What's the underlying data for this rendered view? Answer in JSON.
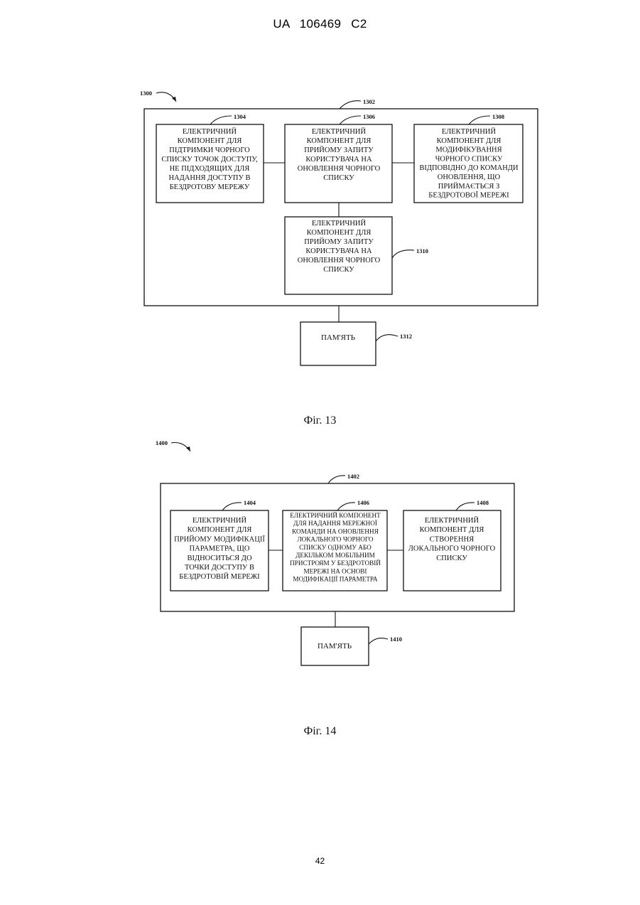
{
  "header": "UA  106469  C2",
  "page_number": "42",
  "figures": [
    {
      "caption": "Фіг. 13",
      "refs": {
        "system": "1300",
        "container": "1302",
        "memory": "1312"
      },
      "components": [
        {
          "ref": "1304",
          "lines": [
            "ЕЛЕКТРИЧНИЙ",
            "КОМПОНЕНТ ДЛЯ",
            "ПІДТРИМКИ ЧОРНОГО",
            "СПИСКУ ТОЧОК ДОСТУПУ,",
            "НЕ ПІДХОДЯЩИХ ДЛЯ",
            "НАДАННЯ ДОСТУПУ В",
            "БЕЗДРОТОВУ МЕРЕЖУ"
          ]
        },
        {
          "ref": "1306",
          "lines": [
            "ЕЛЕКТРИЧНИЙ",
            "КОМПОНЕНТ ДЛЯ",
            "ПРИЙОМУ ЗАПИТУ",
            "КОРИСТУВАЧА НА",
            "ОНОВЛЕННЯ ЧОРНОГО",
            "СПИСКУ"
          ]
        },
        {
          "ref": "1308",
          "lines": [
            "ЕЛЕКТРИЧНИЙ",
            "КОМПОНЕНТ ДЛЯ",
            "МОДИФІКУВАННЯ",
            "ЧОРНОГО СПИСКУ",
            "ВІДПОВІДНО ДО КОМАНДИ",
            "ОНОВЛЕННЯ, ЩО",
            "ПРИЙМАЄТЬСЯ З",
            "БЕЗДРОТОВОЇ МЕРЕЖІ"
          ]
        },
        {
          "ref": "1310",
          "lines": [
            "ЕЛЕКТРИЧНИЙ",
            "КОМПОНЕНТ ДЛЯ",
            "ПРИЙОМУ ЗАПИТУ",
            "КОРИСТУВАЧА НА",
            "ОНОВЛЕННЯ ЧОРНОГО",
            "СПИСКУ"
          ]
        }
      ],
      "memory_label": "ПАМ'ЯТЬ"
    },
    {
      "caption": "Фіг. 14",
      "refs": {
        "system": "1400",
        "container": "1402",
        "memory": "1410"
      },
      "components": [
        {
          "ref": "1404",
          "lines": [
            "ЕЛЕКТРИЧНИЙ",
            "КОМПОНЕНТ ДЛЯ",
            "ПРИЙОМУ МОДИФІКАЦІЇ",
            "ПАРАМЕТРА, ЩО",
            "ВІДНОСИТЬСЯ ДО",
            "ТОЧКИ ДОСТУПУ В",
            "БЕЗДРОТОВІЙ МЕРЕЖІ"
          ]
        },
        {
          "ref": "1406",
          "lines": [
            "ЕЛЕКТРИЧНИЙ КОМПОНЕНТ",
            "ДЛЯ НАДАННЯ МЕРЕЖНОЇ",
            "КОМАНДИ НА ОНОВЛЕННЯ",
            "ЛОКАЛЬНОГО ЧОРНОГО",
            "СПИСКУ ОДНОМУ АБО",
            "ДЕКІЛЬКОМ МОБІЛЬНИМ",
            "ПРИСТРОЯМ У БЕЗДРОТОВІЙ",
            "МЕРЕЖІ НА ОСНОВІ",
            "МОДИФІКАЦІЇ ПАРАМЕТРА"
          ]
        },
        {
          "ref": "1408",
          "lines": [
            "ЕЛЕКТРИЧНИЙ",
            "КОМПОНЕНТ ДЛЯ",
            "СТВОРЕННЯ",
            "ЛОКАЛЬНОГО ЧОРНОГО",
            "СПИСКУ"
          ]
        }
      ],
      "memory_label": "ПАМ'ЯТЬ"
    }
  ]
}
